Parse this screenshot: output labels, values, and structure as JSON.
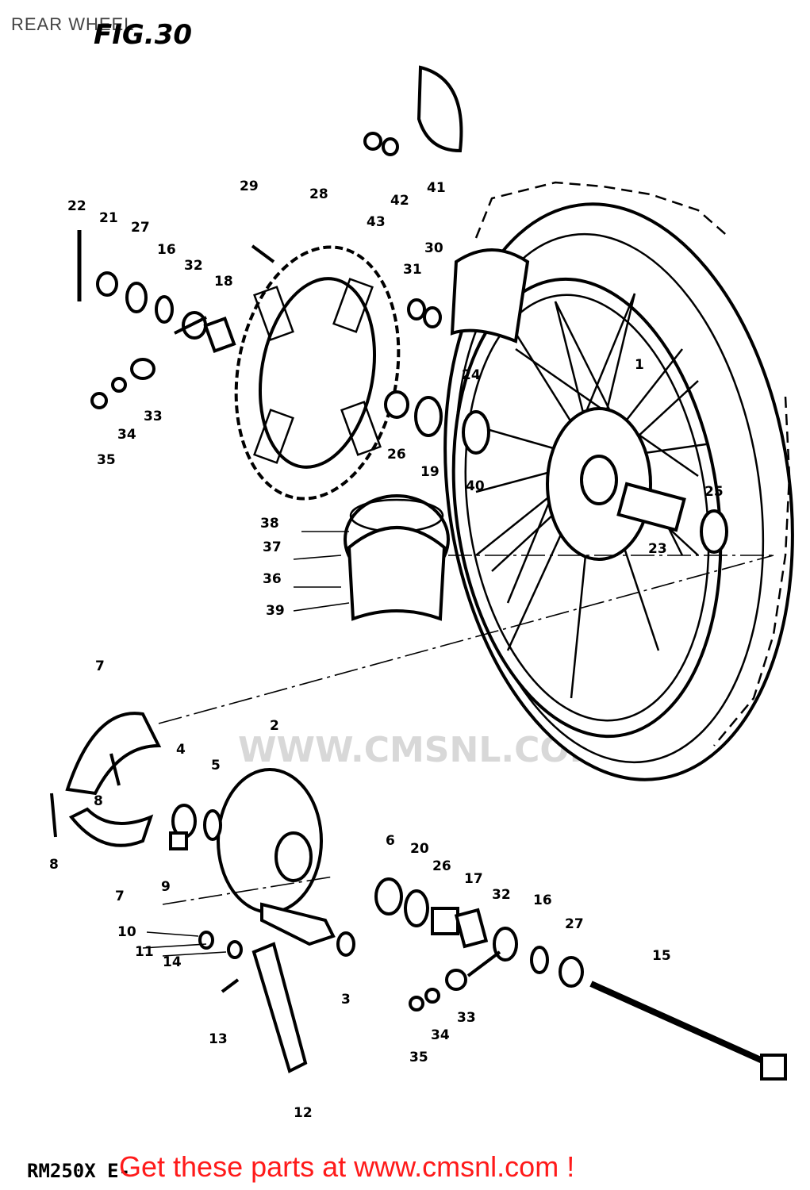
{
  "header": {
    "title": "REAR WHEEL",
    "figure": "FIG.30"
  },
  "footer": {
    "model": "RM250X E-",
    "promo": "Get these parts at www.cmsnl.com !"
  },
  "watermark": {
    "text": "WWW.CMSNL.COM"
  },
  "callouts": [
    "1",
    "2",
    "3",
    "4",
    "5",
    "6",
    "7",
    "7",
    "8",
    "8",
    "9",
    "10",
    "11",
    "12",
    "13",
    "14",
    "15",
    "16",
    "16",
    "17",
    "18",
    "19",
    "20",
    "21",
    "22",
    "23",
    "24",
    "25",
    "26",
    "26",
    "27",
    "27",
    "28",
    "29",
    "30",
    "31",
    "32",
    "32",
    "33",
    "33",
    "34",
    "34",
    "35",
    "35",
    "36",
    "37",
    "38",
    "39",
    "40",
    "41",
    "42",
    "43"
  ]
}
